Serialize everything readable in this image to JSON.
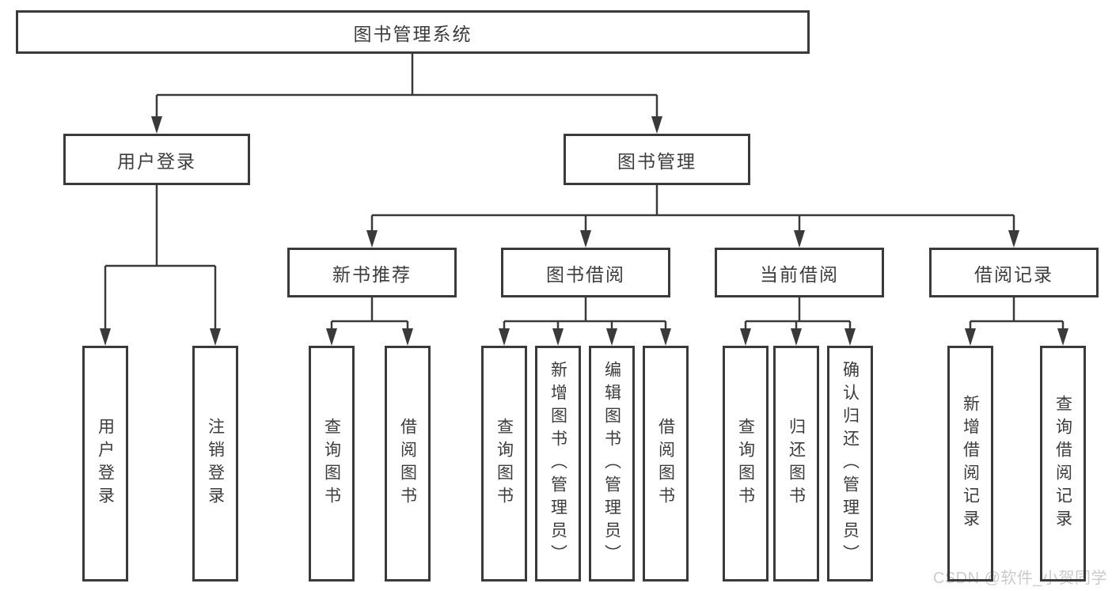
{
  "diagram": {
    "root": {
      "label": "图书管理系统"
    },
    "level2": [
      {
        "label": "用户登录"
      },
      {
        "label": "图书管理"
      }
    ],
    "level3": [
      {
        "label": "新书推荐"
      },
      {
        "label": "图书借阅"
      },
      {
        "label": "当前借阅"
      },
      {
        "label": "借阅记录"
      }
    ],
    "leaves": [
      {
        "label": "用户登录"
      },
      {
        "label": "注销登录"
      },
      {
        "label": "查询图书"
      },
      {
        "label": "借阅图书"
      },
      {
        "label": "查询图书"
      },
      {
        "label": "新增图书（管理员）"
      },
      {
        "label": "编辑图书（管理员）"
      },
      {
        "label": "借阅图书"
      },
      {
        "label": "查询图书"
      },
      {
        "label": "归还图书"
      },
      {
        "label": "确认归还（管理员）"
      },
      {
        "label": "新增借阅记录"
      },
      {
        "label": "查询借阅记录"
      }
    ],
    "watermark": "CSDN @软件_小贺同学",
    "colors": {
      "line": "#3a3a3a",
      "text": "#3c3c3c",
      "box_background": "#ffffff",
      "watermark": "#cbcbcb",
      "background": "#ffffff"
    }
  }
}
